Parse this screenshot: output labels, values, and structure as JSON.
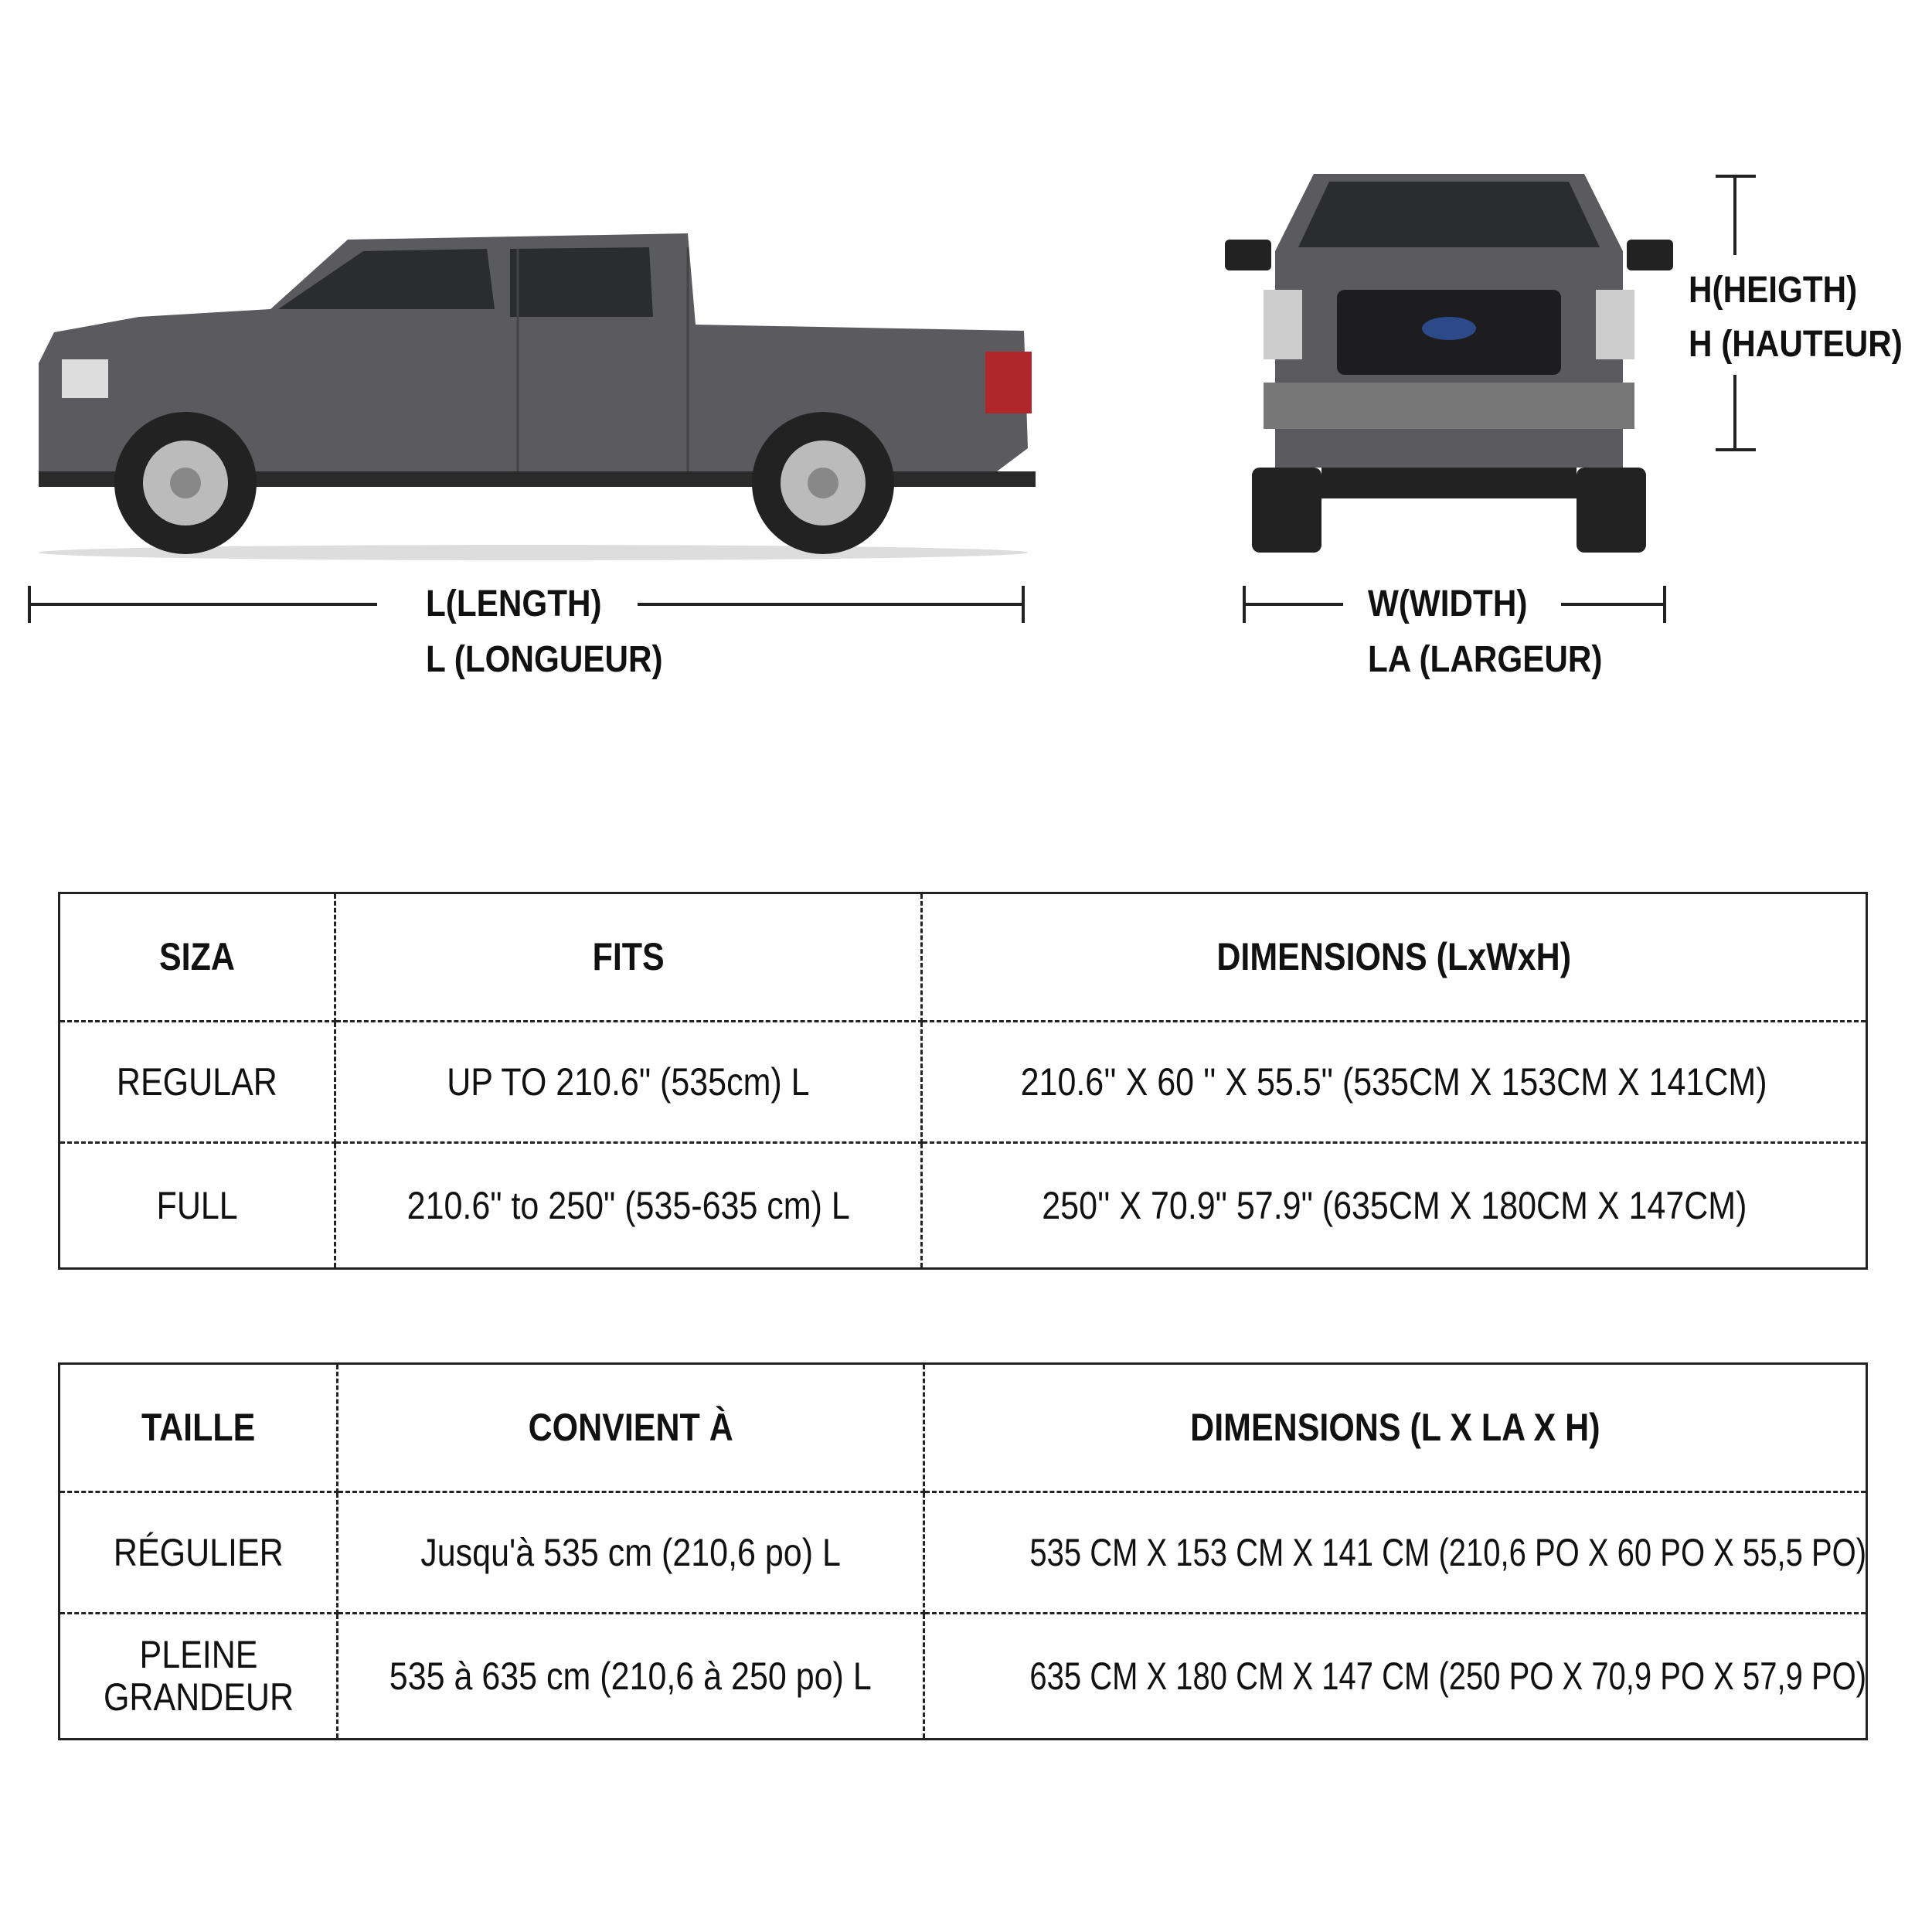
{
  "diagram": {
    "length_label_en": "L(LENGTH)",
    "length_label_fr": "L (LONGUEUR)",
    "width_label_en": "W(WIDTH)",
    "width_label_fr": "LA (LARGEUR)",
    "height_label_en": "H(HEIGTH)",
    "height_label_fr": "H (HAUTEUR)"
  },
  "table_en": {
    "headers": [
      "SIZA",
      "FITS",
      "DIMENSIONS (LxWxH)"
    ],
    "rows": [
      [
        "REGULAR",
        "UP TO 210.6\" (535cm)  L",
        "210.6'' X 60 '' X 55.5\" (535CM X 153CM X 141CM)"
      ],
      [
        "FULL",
        "210.6\" to 250\" (535-635 cm)  L",
        "250'' X 70.9\" 57.9\" (635CM X 180CM X 147CM)"
      ]
    ]
  },
  "table_fr": {
    "headers": [
      "TAILLE",
      "CONVIENT À",
      "DIMENSIONS (L X LA X H)"
    ],
    "rows": [
      [
        "RÉGULIER",
        "Jusqu'à 535 cm (210,6 po) L",
        "535 CM X 153 CM X 141 CM (210,6 PO X 60 PO X 55,5 PO)"
      ],
      [
        "PLEINE GRANDEUR",
        "535 à 635 cm (210,6 à 250 po) L",
        "635 CM X 180 CM X 147 CM (250 PO X 70,9 PO X 57,9 PO)"
      ]
    ]
  },
  "colors": {
    "truck_body": "#5b5b5f",
    "lines": "#222222"
  }
}
